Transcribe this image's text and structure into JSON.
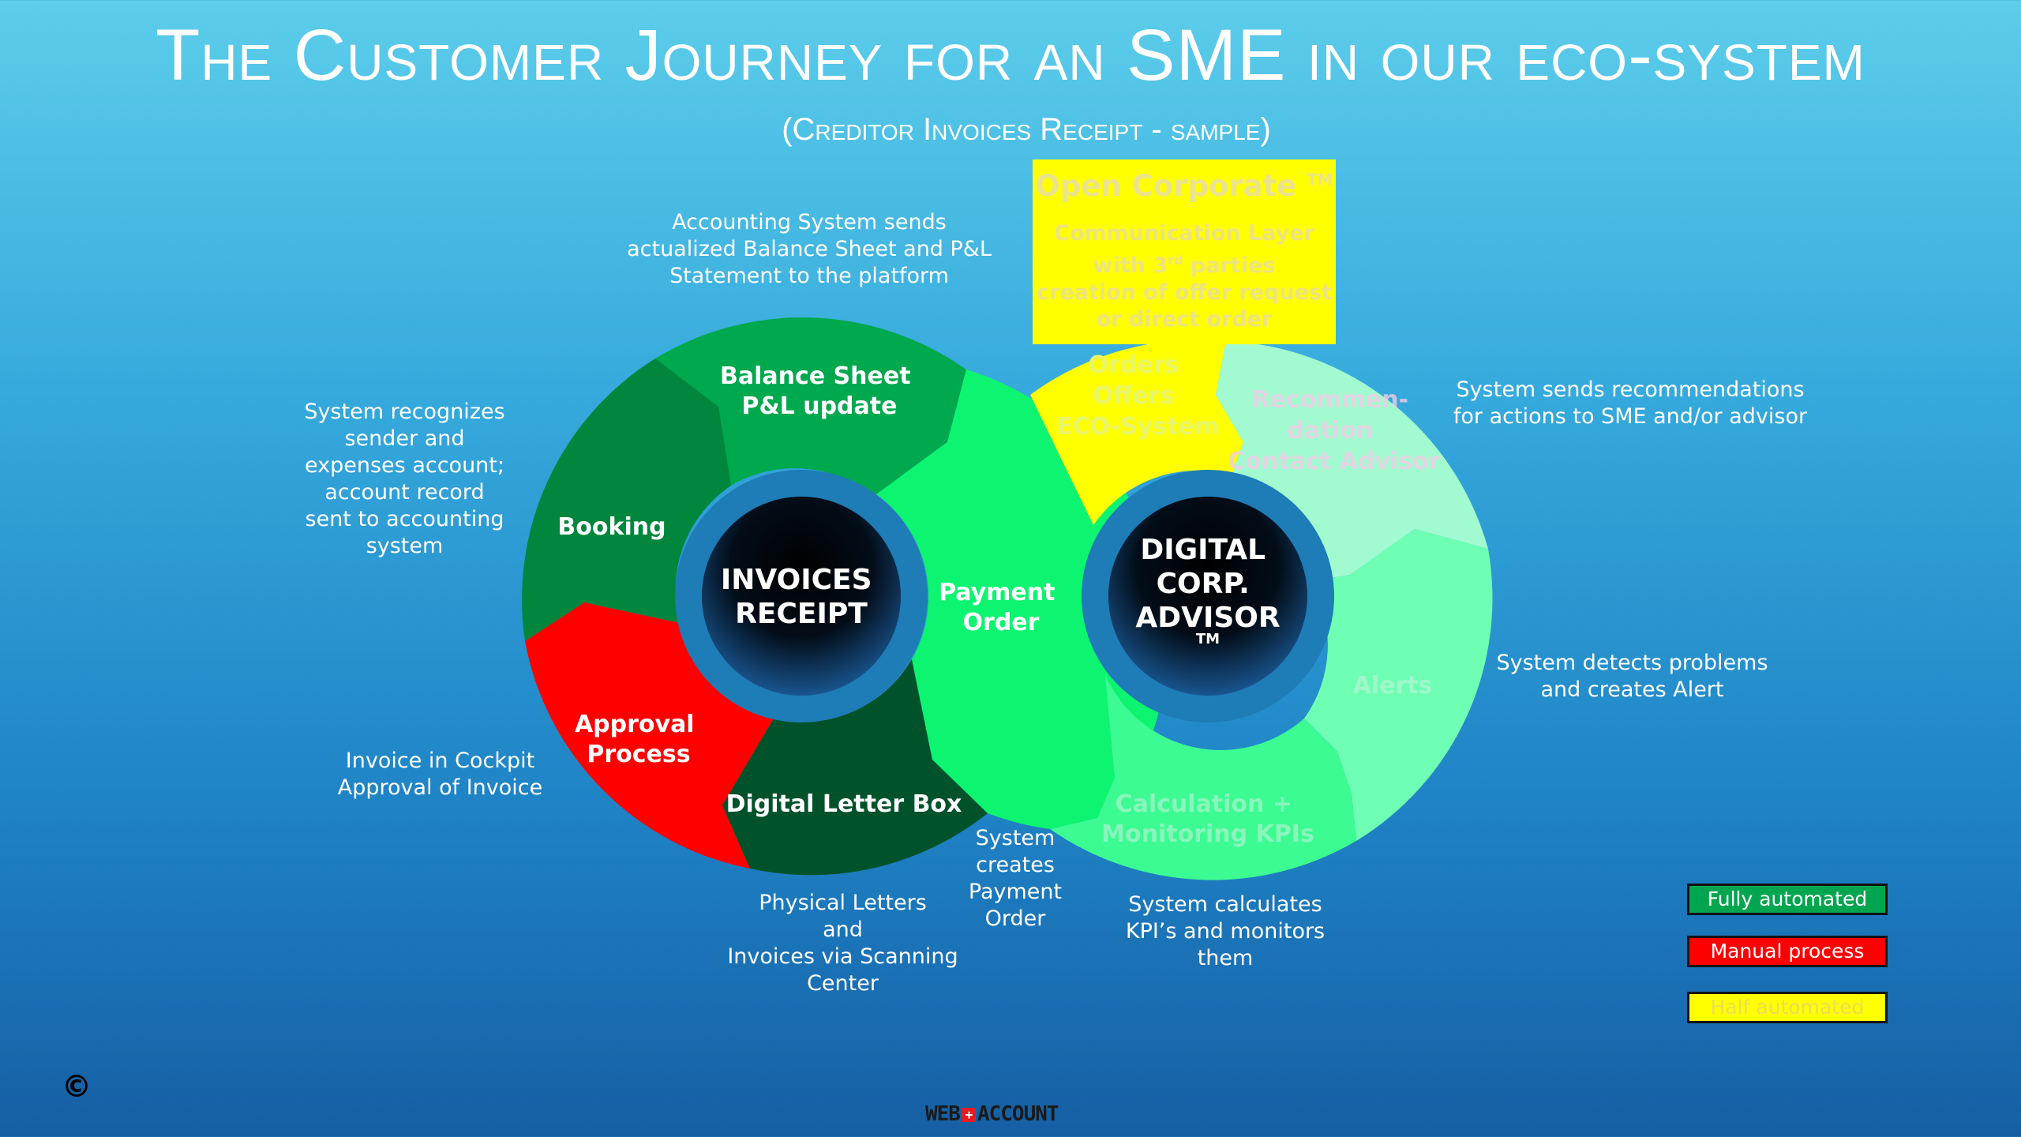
{
  "header": {
    "title": "The Customer Journey for an SME in our eco-system",
    "subtitle": "(Creditor Invoices Receipt - sample)"
  },
  "left_cycle": {
    "center_lines": [
      "INVOICES",
      "RECEIPT"
    ],
    "segments": {
      "balance_sheet": [
        "Balance Sheet",
        "P&L update"
      ],
      "booking": [
        "Booking"
      ],
      "approval": [
        "Approval",
        "Process"
      ],
      "letter_box": [
        "Digital Letter Box"
      ],
      "payment_order": [
        "Payment",
        "Order"
      ]
    }
  },
  "right_cycle": {
    "center_lines": [
      "DIGITAL",
      "CORP.",
      "ADVISOR"
    ],
    "center_tm": "TM",
    "segments": {
      "orders": [
        "Orders",
        "Offers",
        "ECO-System"
      ],
      "recommendation": [
        "Recommen-",
        "dation",
        "Contact Advisor"
      ],
      "alerts": [
        "Alerts"
      ],
      "calculation": [
        "Calculation +",
        "Monitoring KPIs"
      ]
    }
  },
  "open_corporate": {
    "title": "Open Corporate",
    "tm": "TM",
    "body_line1": "Communication Layer",
    "body_line2_pre": "with 3",
    "body_line2_sup": "rd",
    "body_line2_post": " parties",
    "body_line3": "creation of offer request",
    "body_line4": "or direct order"
  },
  "notes": {
    "accounting": "Accounting System sends\nactualized Balance Sheet and P&L\nStatement to the platform",
    "recognizes": "System recognizes\nsender and\nexpenses account;\naccount record\nsent to accounting\nsystem",
    "cockpit": "Invoice in Cockpit\nApproval of Invoice",
    "physical": "Physical Letters\nand\nInvoices via Scanning\nCenter",
    "payment": "System\ncreates\nPayment\nOrder",
    "kpis": "System calculates\nKPI’s and monitors\nthem",
    "recommendations": "System sends recommendations\nfor actions to SME and/or advisor",
    "detects": "System detects problems\nand creates Alert"
  },
  "legend": [
    {
      "label": "Fully automated",
      "color": "#00a64f"
    },
    {
      "label": "Manual process",
      "color": "#ff0000"
    },
    {
      "label": "Half automated",
      "color": "#ffff00"
    }
  ],
  "footer": {
    "copyright": "©",
    "logo_left": "WEB",
    "logo_cross": "+",
    "logo_right": "ACCOUNT"
  },
  "colors": {
    "balance_sheet": "#00a84e",
    "booking": "#00873d",
    "approval": "#ff0000",
    "letter_box": "#00522a",
    "payment_order": "#0df570",
    "orders": "#ffff00",
    "recommendation": "#a2fbd0",
    "alerts": "#6effb5",
    "calculation": "#3cfb93"
  }
}
